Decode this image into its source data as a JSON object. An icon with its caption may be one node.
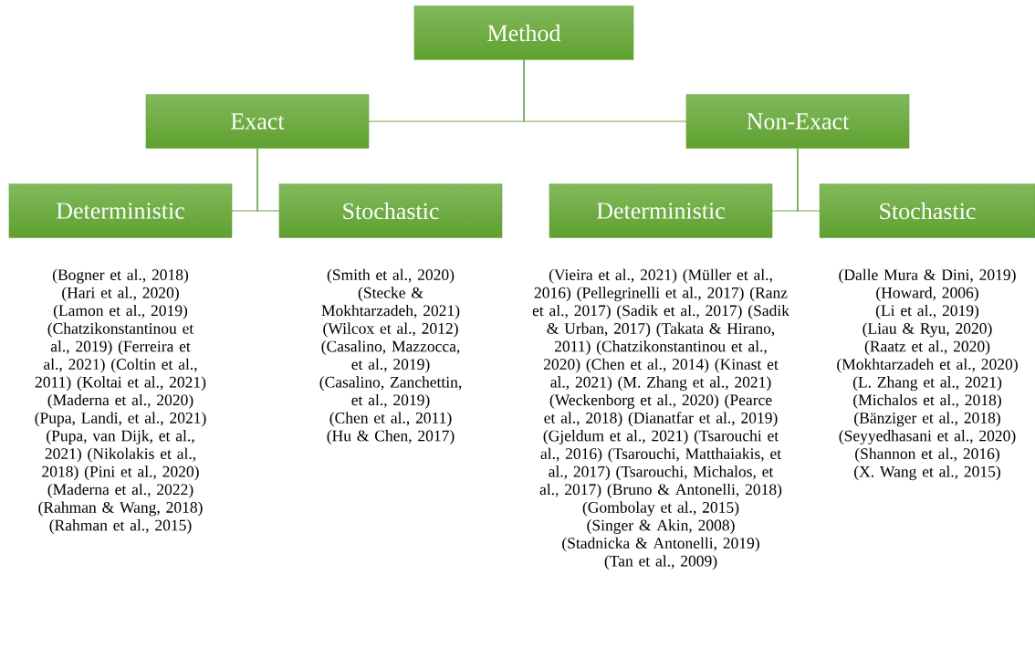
{
  "diagram": {
    "nodes": [
      {
        "text": [
          "Method"
        ]
      },
      {
        "text": [
          "Exact"
        ]
      },
      {
        "text": [
          "Non-Exact"
        ]
      },
      {
        "text": [
          "Deterministic"
        ],
        "beside": [
          "(Bogner et al., 2018)",
          "(Hari et al., 2020)",
          "(Lamon et al., 2019)",
          "(Chatzikonstantinou et al., 2019) (Ferreira et al., 2021) (Coltin et al., 2011) (Koltai et al., 2021) (Maderna et al., 2020)",
          "(Pupa, Landi, et al., 2021)",
          "(Pupa, van Dijk, et al., 2021) (Nikolakis et al., 2018) (Pini et al., 2020) (Maderna et al., 2022) (Rahman & Wang, 2018)",
          "(Rahman et al., 2015)"
        ]
      },
      {
        "text": [
          "Stochastic"
        ],
        "beside": [
          "(Smith et al., 2020)",
          "(Stecke & Mokhtarzadeh, 2021)",
          "(Wilcox et al., 2012)",
          "(Casalino, Mazzocca, et al., 2019)",
          "(Casalino, Zanchettin, et al., 2019)",
          "(Chen et al., 2011)",
          "(Hu & Chen, 2017)"
        ]
      },
      {
        "text": [
          "Deterministic"
        ],
        "beside": [
          "(Vieira et al., 2021) (Müller et al., 2016) (Pellegrinelli et al., 2017) (Ranz et al., 2017) (Sadik et al., 2017) (Sadik & Urban, 2017) (Takata & Hirano, 2011) (Chatzikonstantinou et al., 2020) (Chen et al., 2014) (Kinast et al., 2021) (M. Zhang et al., 2021) (Weckenborg et al., 2020) (Pearce et al., 2018) (Dianatfar et al., 2019) (Gjeldum et al., 2021) (Tsarouchi et al., 2016) (Tsarouchi, Matthaiakis, et al., 2017) (Tsarouchi, Michalos, et al., 2017) (Bruno & Antonelli, 2018)",
          "(Gombolay et al., 2015) (Singer & Akin, 2008)",
          "(Stadnicka & Antonelli, 2019)",
          "(Tan et al., 2009)"
        ]
      },
      {
        "text": [
          "Stochastic"
        ],
        "beside": [
          "(Dalle Mura & Dini, 2019)",
          "(Howard, 2006) (Li et al., 2019)",
          "(Liau & Ryu, 2020)",
          "(Raatz et al., 2020)",
          "(Mokhtarzadeh et al., 2020)",
          "(L. Zhang et al., 2021)",
          "(Michalos et al., 2018)",
          "(Bänziger et al., 2018)",
          "(Seyyedhasani et al., 2020)",
          "(Shannon et al., 2016)",
          "(X. Wang et al., 2015)"
        ]
      }
    ],
    "edges": [
      {
        "from": 0,
        "to": 1,
        "arrow": "none"
      },
      {
        "from": 0,
        "to": 2,
        "arrow": "none"
      },
      {
        "from": 1,
        "to": 3,
        "arrow": "none"
      },
      {
        "from": 1,
        "to": 4,
        "arrow": "none"
      },
      {
        "from": 2,
        "to": 5,
        "arrow": "none"
      },
      {
        "from": 2,
        "to": 6,
        "arrow": "none"
      }
    ]
  }
}
